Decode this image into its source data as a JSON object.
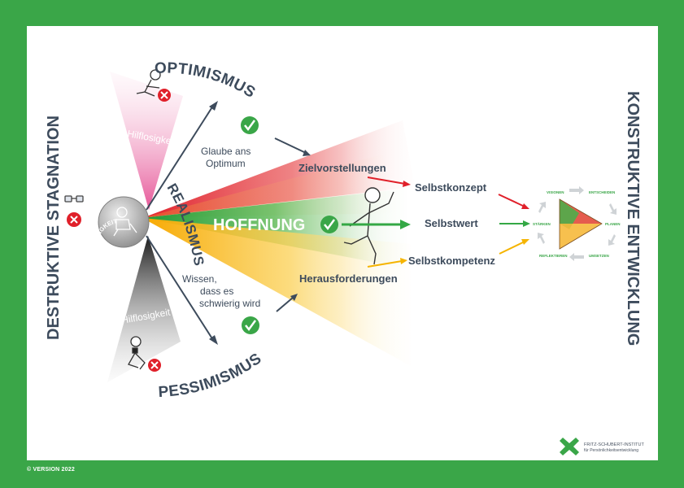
{
  "left_title": "DESTRUKTIVE STAGNATION",
  "right_title": "KONSTRUKTIVE ENTWICKLUNG",
  "circle_label": "HILFLOSIGKEIT",
  "arcs": {
    "top": "OPTIMISMUS",
    "bottom": "PESSIMISMUS"
  },
  "realism": "REALISMUS",
  "wedges": {
    "top_label": "Hilflosigkeit",
    "bottom_label": "Hilflosigkeit"
  },
  "notes": {
    "top": [
      "Glaube ans",
      "Optimum"
    ],
    "bottom": [
      "Wissen,",
      "dass es",
      "schwierig wird"
    ]
  },
  "hope": "HOFFNUNG",
  "middle": {
    "zielvorstellungen": "Zielvorstellungen",
    "herausforderungen": "Herausforderungen"
  },
  "outcomes": {
    "konzept": "Selbstkonzept",
    "wert": "Selbstwert",
    "kompetenz": "Selbstkompetenz"
  },
  "cycle": {
    "visionen": "VISIONEN",
    "entscheiden": "ENTSCHEIDEN",
    "staerken": "STÄRKEN",
    "planen": "PLANEN",
    "reflektieren": "REFLEKTIEREN",
    "umsetzen": "UMSETZEN"
  },
  "logo": {
    "line1": "FRITZ-SCHUBERT-INSTITUT",
    "line2": "für Persönlichkeitsentwicklung"
  },
  "version": "© VERSION 2022",
  "colors": {
    "frame_green": "#3aa648",
    "slate": "#3d4b5c",
    "red": "#e0202a",
    "green": "#34a845",
    "yellow": "#f5b400",
    "pink": "#e9609b",
    "check_green": "#3aa648"
  }
}
